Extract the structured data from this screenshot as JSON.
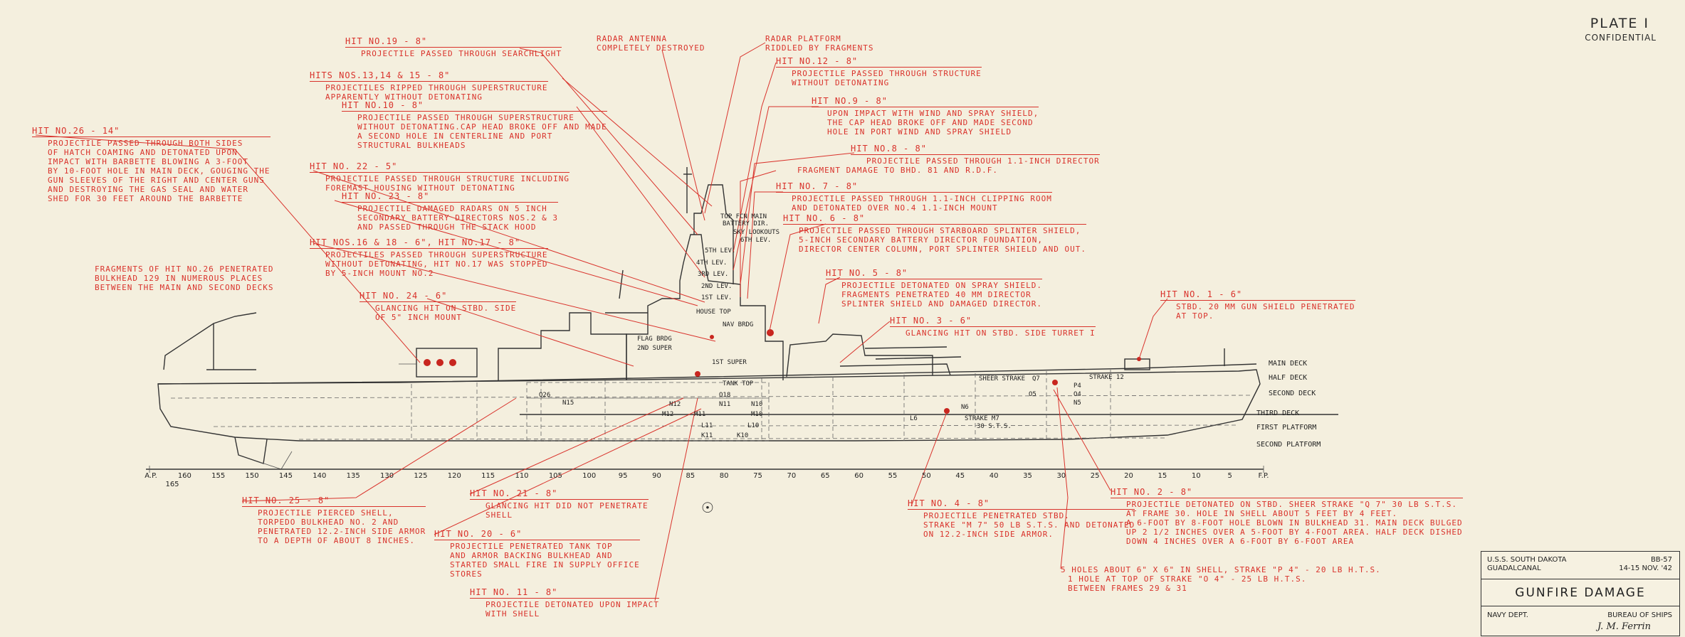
{
  "plate": {
    "title": "PLATE I",
    "classification": "CONFIDENTIAL"
  },
  "title_block": {
    "ship": "U.S.S. SOUTH DAKOTA",
    "location": "GUADALCANAL",
    "hull_number": "BB-57",
    "dates": "14-15 NOV. '42",
    "title": "GUNFIRE DAMAGE",
    "navy_dept": "NAVY DEPT.",
    "bureau": "BUREAU OF SHIPS",
    "signature": "J. M. Ferrin"
  },
  "annotations": {
    "hit19": {
      "head": "HIT NO.19 - 8\"",
      "body": [
        "PROJECTILE PASSED THROUGH SEARCHLIGHT"
      ]
    },
    "hits13": {
      "head": "HITS NOS.13,14 & 15 - 8\"",
      "body": [
        "PROJECTILES RIPPED THROUGH SUPERSTRUCTURE",
        "APPARENTLY WITHOUT DETONATING"
      ]
    },
    "hit10": {
      "head": "HIT NO.10 - 8\"",
      "body": [
        "PROJECTILE PASSED THROUGH SUPERSTRUCTURE",
        "WITHOUT DETONATING.CAP HEAD BROKE OFF AND MADE",
        "A SECOND HOLE IN CENTERLINE AND PORT",
        "STRUCTURAL BULKHEADS"
      ]
    },
    "hit26": {
      "head": "HIT NO.26 - 14\"",
      "body": [
        "PROJECTILE PASSED THROUGH BOTH SIDES",
        "OF HATCH COAMING AND DETONATED UPON",
        "IMPACT WITH BARBETTE BLOWING A 3-FOOT",
        "BY 10-FOOT HOLE IN MAIN DECK, GOUGING THE",
        "GUN SLEEVES OF THE RIGHT AND CENTER GUNS",
        "AND DESTROYING THE GAS SEAL AND WATER",
        "SHED FOR 30 FEET AROUND THE BARBETTE"
      ]
    },
    "hit22": {
      "head": "HIT NO. 22 - 5\"",
      "body": [
        "PROJECTILE PASSED THROUGH STRUCTURE INCLUDING",
        "FOREMAST HOUSING WITHOUT DETONATING"
      ]
    },
    "hit23": {
      "head": "HIT NO. 23 - 8\"",
      "body": [
        "PROJECTILE DAMAGED RADARS ON 5 INCH",
        "SECONDARY BATTERY DIRECTORS NOS.2 & 3",
        "AND PASSED THROUGH THE STACK HOOD"
      ]
    },
    "hits16": {
      "head": "HIT NOS.16 & 18 - 6\", HIT NO.17 - 8\"",
      "body": [
        "PROJECTILES PASSED THROUGH SUPERSTRUCTURE",
        "WITHOUT DETONATING, HIT NO.17 WAS STOPPED",
        "BY 5-INCH MOUNT NO.2"
      ]
    },
    "frag26": {
      "head": "",
      "body": [
        "FRAGMENTS OF HIT NO.26 PENETRATED",
        "BULKHEAD 129 IN NUMEROUS PLACES",
        "BETWEEN THE MAIN AND SECOND DECKS"
      ]
    },
    "hit24": {
      "head": "HIT NO. 24 - 6\"",
      "body": [
        "GLANCING HIT ON STBD. SIDE",
        "OF 5\" INCH MOUNT"
      ]
    },
    "radar_antenna": {
      "head": "",
      "body": [
        "RADAR ANTENNA",
        "COMPLETELY DESTROYED"
      ]
    },
    "radar_platform": {
      "head": "",
      "body": [
        "RADAR PLATFORM",
        "RIDDLED BY FRAGMENTS"
      ]
    },
    "hit12": {
      "head": "HIT NO.12 - 8\"",
      "body": [
        "PROJECTILE PASSED THROUGH STRUCTURE",
        "WITHOUT DETONATING"
      ]
    },
    "hit9": {
      "head": "HIT NO.9 - 8\"",
      "body": [
        "UPON IMPACT WITH WIND AND SPRAY SHIELD,",
        "THE CAP HEAD BROKE OFF AND MADE SECOND",
        "HOLE IN PORT WIND AND SPRAY SHIELD"
      ]
    },
    "hit8": {
      "head": "HIT NO.8 - 8\"",
      "body": [
        "PROJECTILE PASSED THROUGH 1.1-INCH DIRECTOR"
      ]
    },
    "frag_bhd": {
      "head": "",
      "body": [
        "FRAGMENT DAMAGE TO BHD. 81 AND R.D.F."
      ]
    },
    "hit7": {
      "head": "HIT NO. 7 - 8\"",
      "body": [
        "PROJECTILE PASSED THROUGH 1.1-INCH CLIPPING ROOM",
        "AND DETONATED OVER NO.4 1.1-INCH MOUNT"
      ]
    },
    "hit6": {
      "head": "HIT NO. 6 - 8\"",
      "body": [
        "PROJECTILE PASSED THROUGH STARBOARD SPLINTER SHIELD,",
        "5-INCH SECONDARY BATTERY DIRECTOR FOUNDATION,",
        "DIRECTOR CENTER COLUMN, PORT SPLINTER SHIELD AND OUT."
      ]
    },
    "hit5": {
      "head": "HIT NO. 5 - 8\"",
      "body": [
        "PROJECTILE DETONATED ON SPRAY SHIELD.",
        "FRAGMENTS PENETRATED 40 MM DIRECTOR",
        "SPLINTER SHIELD AND DAMAGED DIRECTOR."
      ]
    },
    "hit3": {
      "head": "HIT NO. 3 - 6\"",
      "body": [
        "GLANCING HIT ON STBD. SIDE TURRET I"
      ]
    },
    "hit1": {
      "head": "HIT NO. 1 - 6\"",
      "body": [
        "STBD. 20 MM GUN SHIELD PENETRATED",
        "AT TOP."
      ]
    },
    "hit25": {
      "head": "HIT NO. 25 - 8\"",
      "body": [
        "PROJECTILE PIERCED SHELL,",
        "TORPEDO BULKHEAD NO. 2 AND",
        "PENETRATED 12.2-INCH SIDE ARMOR",
        "TO A DEPTH OF ABOUT 8 INCHES."
      ]
    },
    "hit21": {
      "head": "HIT NO. 21 - 8\"",
      "body": [
        "GLANCING HIT DID NOT PENETRATE",
        "SHELL"
      ]
    },
    "hit20": {
      "head": "HIT NO. 20 - 6\"",
      "body": [
        "PROJECTILE PENETRATED TANK TOP",
        "AND ARMOR BACKING BULKHEAD AND",
        "STARTED SMALL FIRE IN SUPPLY OFFICE",
        "STORES"
      ]
    },
    "hit11": {
      "head": "HIT NO. 11 - 8\"",
      "body": [
        "PROJECTILE DETONATED UPON IMPACT",
        "WITH SHELL"
      ]
    },
    "hit4": {
      "head": "HIT NO. 4 - 8\"",
      "body": [
        "PROJECTILE PENETRATED STBD.",
        "STRAKE \"M 7\" 50 lb S.T.S. AND DETONATED",
        "ON 12.2-INCH SIDE ARMOR."
      ]
    },
    "hit2": {
      "head": "HIT NO. 2 - 8\"",
      "body": [
        "PROJECTILE DETONATED ON STBD. SHEER STRAKE \"Q 7\" 30 lb S.T.S.",
        "AT FRAME 30. HOLE IN SHELL ABOUT 5 FEET BY 4 FEET.",
        "A 6-FOOT BY 8-FOOT HOLE BLOWN IN BULKHEAD 31. MAIN DECK BULGED",
        "UP 2 1/2 INCHES OVER A 5-FOOT BY 4-FOOT AREA. HALF DECK DISHED",
        "DOWN 4 INCHES OVER A 6-FOOT BY 6-FOOT AREA"
      ]
    },
    "holes5": {
      "head": "",
      "body": [
        "5 HOLES ABOUT 6\" X 6\" IN SHELL, STRAKE \"P 4\" - 20 lb H.T.S.",
        "1 HOLE AT TOP OF STRAKE \"O 4\" - 25 lb H.T.S.",
        "BETWEEN FRAMES 29 & 31"
      ]
    }
  },
  "ship_labels": {
    "top_fcn_main": "TOP FCN MAIN",
    "battery_dir": "BATTERY DIR.",
    "sky_lookouts": "SKY LOOKOUTS",
    "lev6": "6TH LEV.",
    "lev5": "5TH LEV.",
    "lev4": "4TH LEV.",
    "lev3": "3RD LEV.",
    "lev2": "2ND LEV.",
    "lev1": "1ST LEV.",
    "house_top": "HOUSE TOP",
    "nav_brdg": "NAV BRDG",
    "flag_brdg": "FLAG BRDG",
    "super2": "2ND SUPER",
    "super1": "1ST SUPER",
    "tank_top": "TANK TOP",
    "sheer_strake": "SHEER STRAKE",
    "strake12": "STRAKE 12",
    "strake_m7": "STRAKE M7",
    "sts30": "30 S.T.S.",
    "main_deck": "MAIN DECK",
    "half_deck": "HALF DECK",
    "second_deck": "SECOND DECK",
    "third_deck": "THIRD DECK",
    "first_platform": "FIRST PLATFORM",
    "second_platform": "SECOND PLATFORM",
    "o26": "O26",
    "n15": "N15",
    "o18": "O18",
    "n12": "N12",
    "n11": "N11",
    "n10": "N10",
    "m12": "M12",
    "m11": "M11",
    "m10": "M10",
    "l11": "L11",
    "l10": "L10",
    "k11": "K11",
    "k10": "K10",
    "q7": "Q7",
    "p4": "P4",
    "o5": "O5",
    "o4": "O4",
    "n5": "N5",
    "l6": "L6",
    "n6": "N6"
  },
  "frames": [
    "A.P.",
    "160",
    "155",
    "150",
    "145",
    "140",
    "135",
    "130",
    "125",
    "120",
    "115",
    "110",
    "105",
    "100",
    "95",
    "90",
    "85",
    "80",
    "75",
    "70",
    "65",
    "60",
    "55",
    "50",
    "45",
    "40",
    "35",
    "30",
    "25",
    "20",
    "15",
    "10",
    "5",
    "F.P."
  ],
  "frame_extra": "165"
}
